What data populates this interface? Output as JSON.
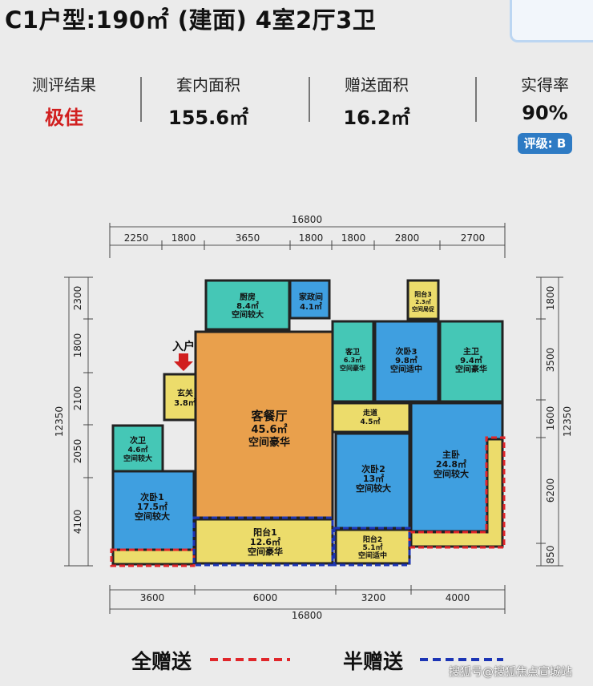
{
  "title": "C1户型:190㎡ (建面)  4室2厅3卫",
  "stats": [
    {
      "label": "测评结果",
      "value": "极佳",
      "color": "#d11f1f"
    },
    {
      "label": "套内面积",
      "value": "155.6㎡"
    },
    {
      "label": "赠送面积",
      "value": "16.2㎡"
    },
    {
      "label": "实得率",
      "value": "90%"
    }
  ],
  "grade": "评级: B",
  "dims": {
    "top_total": "16800",
    "top": [
      "2250",
      "1800",
      "3650",
      "1800",
      "1800",
      "2800",
      "2700"
    ],
    "bottom": [
      "3600",
      "6000",
      "3200",
      "4000"
    ],
    "bottom_total": "16800",
    "left": [
      "2300",
      "1800",
      "2100",
      "2050",
      "4100"
    ],
    "left_total": "12350",
    "right": [
      "1800",
      "3500",
      "1600",
      "6200",
      "850"
    ],
    "right_total": "12350"
  },
  "rooms": {
    "kitchen": {
      "name": "厨房",
      "area": "8.4㎡",
      "desc": "空间较大"
    },
    "housekeeping": {
      "name": "家政间",
      "area": "4.1㎡"
    },
    "balcony3": {
      "name": "阳台3",
      "area": "2.3㎡",
      "desc": "空间局促"
    },
    "guest_bath": {
      "name": "客卫",
      "area": "6.3㎡",
      "desc": "空间豪华"
    },
    "bedroom3": {
      "name": "次卧3",
      "area": "9.8㎡",
      "desc": "空间适中"
    },
    "master_bath": {
      "name": "主卫",
      "area": "9.4㎡",
      "desc": "空间豪华"
    },
    "foyer": {
      "name": "玄关",
      "area": "3.8㎡"
    },
    "living": {
      "name": "客餐厅",
      "area": "45.6㎡",
      "desc": "空间豪华"
    },
    "corridor": {
      "name": "走道",
      "area": "4.5㎡"
    },
    "bath2": {
      "name": "次卫",
      "area": "4.6㎡",
      "desc": "空间较大"
    },
    "bedroom1": {
      "name": "次卧1",
      "area": "17.5㎡",
      "desc": "空间较大"
    },
    "bedroom2": {
      "name": "次卧2",
      "area": "13㎡",
      "desc": "空间较大"
    },
    "master": {
      "name": "主卧",
      "area": "24.8㎡",
      "desc": "空间较大"
    },
    "balcony1": {
      "name": "阳台1",
      "area": "12.6㎡",
      "desc": "空间豪华"
    },
    "balcony2": {
      "name": "阳台2",
      "area": "5.1㎡",
      "desc": "空间适中"
    }
  },
  "entry_label": "入户",
  "legend": {
    "full": "全赠送",
    "half": "半赠送"
  },
  "watermark": "搜狐号@搜狐焦点宣城站",
  "colors": {
    "teal": "#45c7b6",
    "blue": "#3f9fe0",
    "orange": "#e9a04c",
    "yellow": "#ecdc6b",
    "red": "#e0262a",
    "navy": "#1c35b5"
  }
}
